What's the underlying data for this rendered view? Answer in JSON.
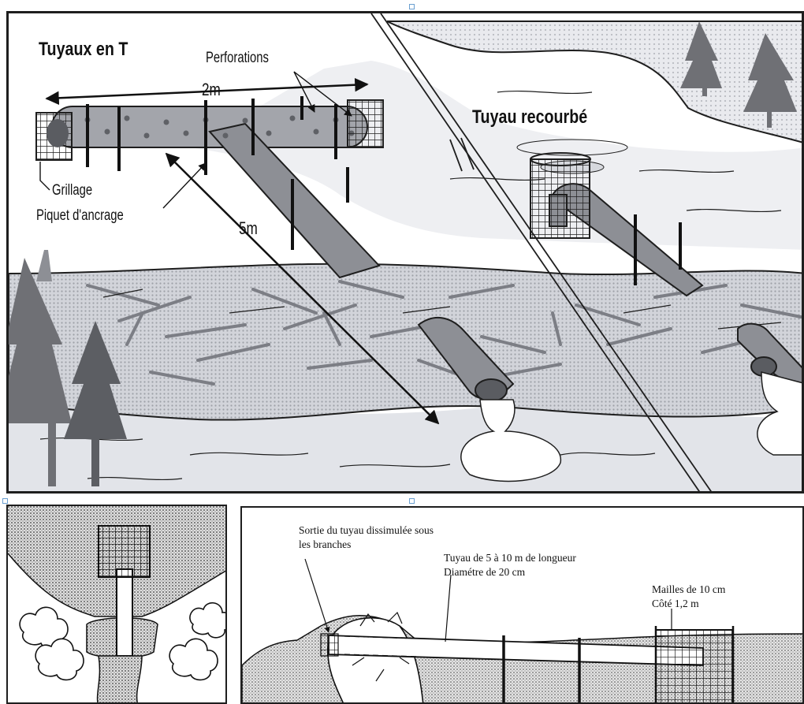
{
  "top_panel": {
    "left_heading": "Tuyaux en T",
    "right_heading": "Tuyau recourbé",
    "labels": {
      "perforations": "Perforations",
      "length_2m": "2m",
      "grillage": "Grillage",
      "piquet": "Piquet d'ancrage",
      "length_5m": "5m"
    }
  },
  "bottom_right_panel": {
    "labels": {
      "sortie_line1": "Sortie du tuyau dissimulée sous",
      "sortie_line2": "les branches",
      "tuyau_line1": "Tuyau de 5 à 10 m de longueur",
      "tuyau_line2": "Diamétre de 20 cm",
      "mailles_line1": "Mailles de 10 cm",
      "mailles_line2": "Côté 1,2 m"
    }
  },
  "colors": {
    "ink": "#1e1e1e",
    "pipe": "#8d8d92",
    "water": "#dfe1e6",
    "dam": "#c5c7cc",
    "tree": "#6f7075",
    "selection_handle": "#6a9fd0"
  }
}
